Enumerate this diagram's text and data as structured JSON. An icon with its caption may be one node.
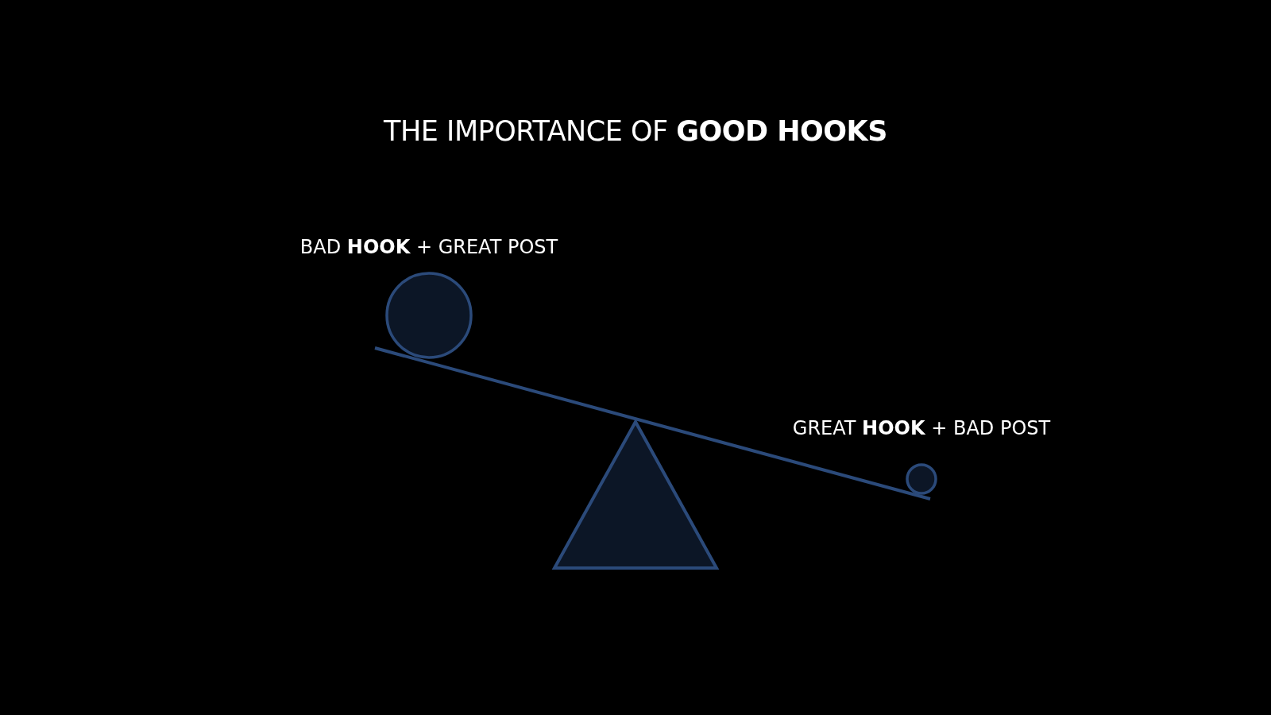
{
  "diagram": {
    "title": "THE IMPORTANCE OF **GOOD HOOKS**",
    "nodes": [
      {
        "text": [],
        "shape": "circle",
        "beside": [
          "BAD **HOOK** + GREAT POST"
        ]
      },
      {
        "text": [],
        "shape": "bar"
      },
      {
        "text": [],
        "shape": "triangle"
      },
      {
        "text": [],
        "shape": "circle"
      }
    ],
    "labels": [
      "GREAT **HOOK** + BAD POST"
    ]
  }
}
